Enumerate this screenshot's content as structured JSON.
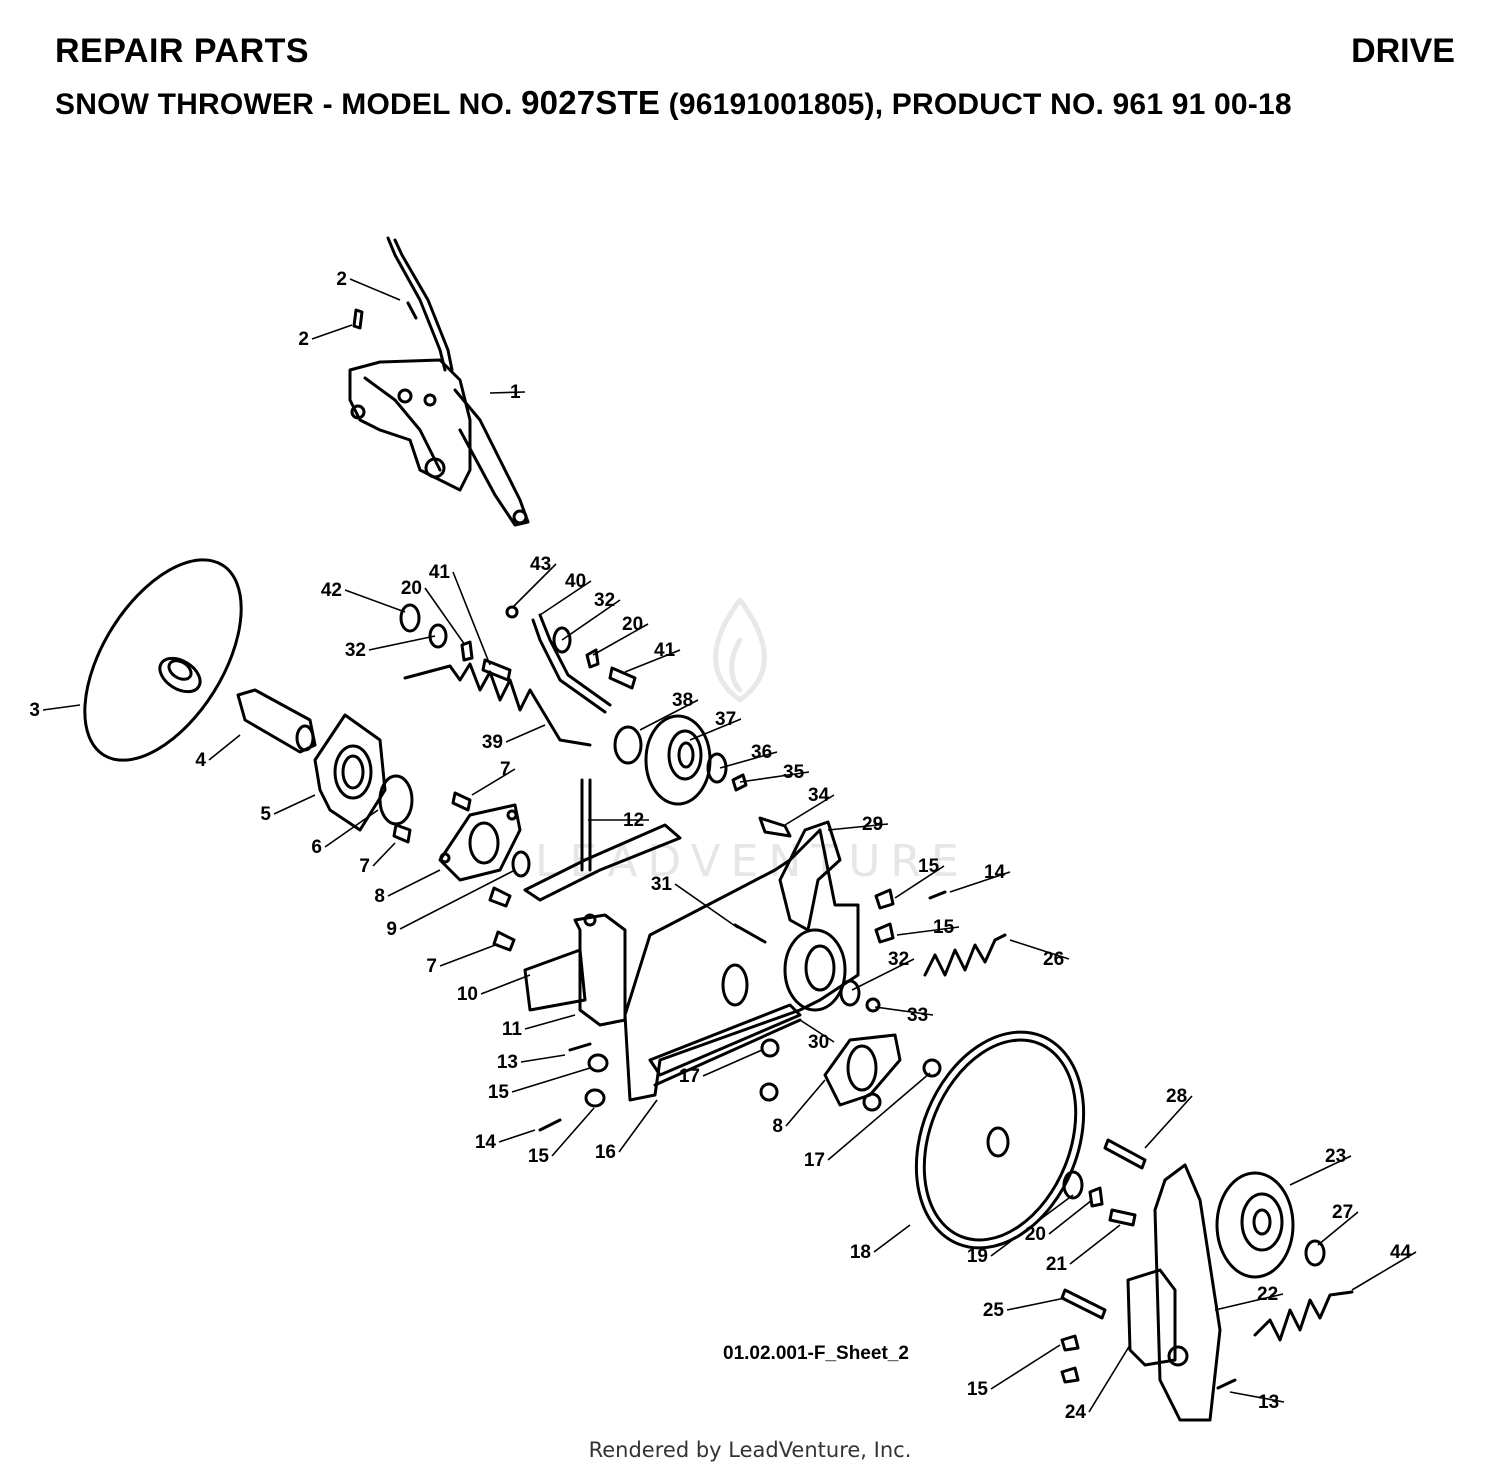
{
  "header": {
    "title_left": "REPAIR PARTS",
    "title_right": "DRIVE",
    "subtitle_prefix": "SNOW THROWER - MODEL NO. ",
    "model": "9027STE",
    "subtitle_suffix": " (96191001805), PRODUCT NO. 961 91 00-18"
  },
  "watermark": "LEADVENTURE",
  "sheet_ref": "01.02.001-F_Sheet_2",
  "footer": "Rendered by LeadVenture, Inc.",
  "callouts": [
    {
      "t": "1"
    },
    {
      "t": "2"
    },
    {
      "t": "2"
    },
    {
      "t": "3"
    },
    {
      "t": "4"
    },
    {
      "t": "5"
    },
    {
      "t": "6"
    },
    {
      "t": "7"
    },
    {
      "t": "7"
    },
    {
      "t": "7"
    },
    {
      "t": "8"
    },
    {
      "t": "8"
    },
    {
      "t": "9"
    },
    {
      "t": "10"
    },
    {
      "t": "11"
    },
    {
      "t": "12"
    },
    {
      "t": "13"
    },
    {
      "t": "13"
    },
    {
      "t": "14"
    },
    {
      "t": "14"
    },
    {
      "t": "15"
    },
    {
      "t": "15"
    },
    {
      "t": "15"
    },
    {
      "t": "15"
    },
    {
      "t": "15"
    },
    {
      "t": "16"
    },
    {
      "t": "17"
    },
    {
      "t": "17"
    },
    {
      "t": "18"
    },
    {
      "t": "19"
    },
    {
      "t": "20"
    },
    {
      "t": "20"
    },
    {
      "t": "20"
    },
    {
      "t": "21"
    },
    {
      "t": "22"
    },
    {
      "t": "23"
    },
    {
      "t": "24"
    },
    {
      "t": "25"
    },
    {
      "t": "26"
    },
    {
      "t": "27"
    },
    {
      "t": "28"
    },
    {
      "t": "29"
    },
    {
      "t": "30"
    },
    {
      "t": "31"
    },
    {
      "t": "32"
    },
    {
      "t": "32"
    },
    {
      "t": "32"
    },
    {
      "t": "33"
    },
    {
      "t": "34"
    },
    {
      "t": "35"
    },
    {
      "t": "36"
    },
    {
      "t": "37"
    },
    {
      "t": "38"
    },
    {
      "t": "39"
    },
    {
      "t": "40"
    },
    {
      "t": "41"
    },
    {
      "t": "41"
    },
    {
      "t": "42"
    },
    {
      "t": "43"
    },
    {
      "t": "44"
    }
  ]
}
